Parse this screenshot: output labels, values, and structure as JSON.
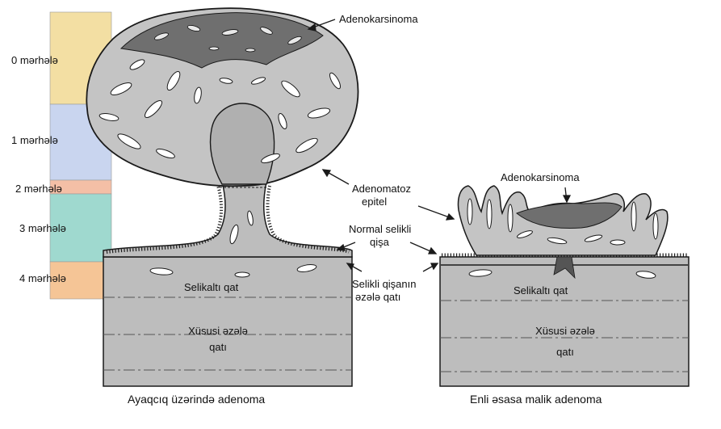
{
  "stages": [
    {
      "label": "0 mərhələ",
      "color": "#f3dfa3"
    },
    {
      "label": "1 mərhələ",
      "color": "#c9d5ef"
    },
    {
      "label": "2 mərhələ",
      "color": "#f4bfa6"
    },
    {
      "label": "3 mərhələ",
      "color": "#9fd9cf"
    },
    {
      "label": "4 mərhələ",
      "color": "#f5c596"
    }
  ],
  "left": {
    "adenocarcinoma": "Adenokarsinoma",
    "submucosa": "Selikaltı qat",
    "muscularis_line1": "Xüsusi əzələ",
    "muscularis_line2": "qatı",
    "caption": "Ayaqcıq üzərində adenoma"
  },
  "center": {
    "adenomatous_line1": "Adenomatoz",
    "adenomatous_line2": "epitel",
    "mucosa_line1": "Normal selikli",
    "mucosa_line2": "qişa",
    "muscularis_mucosae_line1": "Selikli qişanın",
    "muscularis_mucosae_line2": "əzələ qatı"
  },
  "right": {
    "adenocarcinoma": "Adenokarsinoma",
    "submucosa": "Selikaltı qat",
    "muscularis_line1": "Xüsusi əzələ",
    "muscularis_line2": "qatı",
    "caption": "Enli əsasa malik adenoma"
  },
  "colors": {
    "tissue": "#bdbdbd",
    "tissue_dark": "#8f8f8f",
    "outline": "#1a1a1a",
    "background": "#ffffff"
  }
}
